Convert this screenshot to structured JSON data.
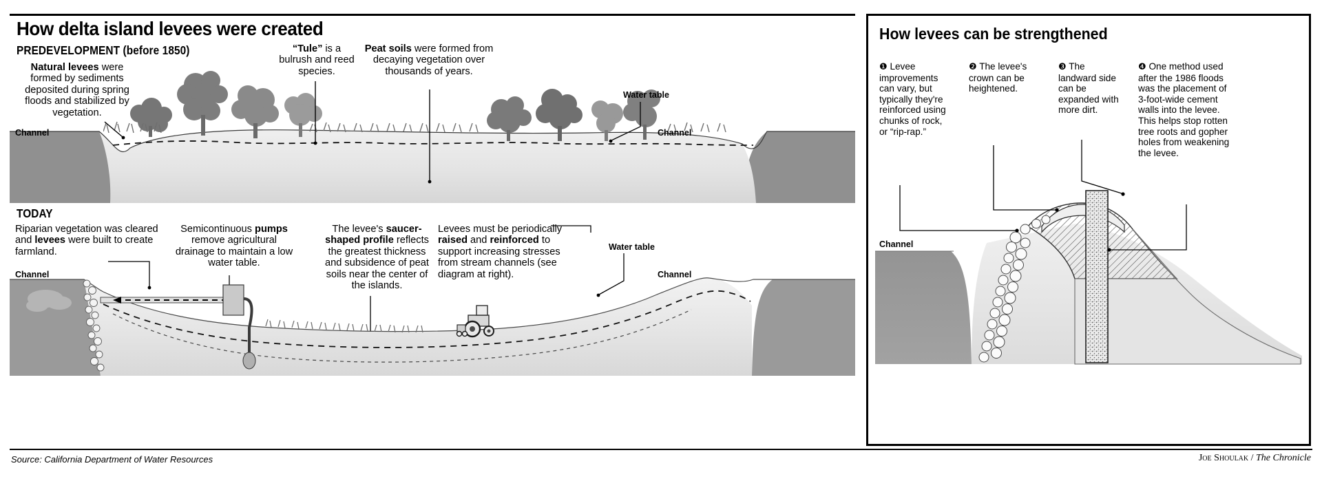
{
  "main_title": "How delta island levees were created",
  "sections": {
    "predevelopment": {
      "title": "PREDEVELOPMENT (before 1850)",
      "notes": {
        "natural_levees": {
          "bold": "Natural levees",
          "rest": " were formed by sediments deposited during spring floods and stabilized by vegetation."
        },
        "tule": {
          "bold": "“Tule”",
          "rest": " is a bulrush and reed species."
        },
        "peat": {
          "bold": "Peat soils",
          "rest": " were formed from decaying vegetation over thousands of years."
        }
      },
      "labels": {
        "channel_left": "Channel",
        "channel_right": "Channel",
        "water_table": "Water table"
      }
    },
    "today": {
      "title": "TODAY",
      "notes": {
        "riparian": {
          "pre": "Riparian vegetation was cleared and ",
          "bold": "levees",
          "post": " were built to create farmland."
        },
        "pumps": {
          "pre": "Semicontinuous ",
          "bold": "pumps",
          "post": " remove agricultural drainage to maintain a low water table."
        },
        "saucer": {
          "pre": "The levee's ",
          "bold": "saucer-shaped profile",
          "post": " reflects the greatest thickness and subsidence of peat soils near the center of the islands."
        },
        "raised": {
          "pre": "Levees must be periodically ",
          "bold1": "raised",
          "mid": " and ",
          "bold2": "reinforced",
          "post": " to support increasing stresses from stream channels (see diagram at right)."
        }
      },
      "labels": {
        "channel_left": "Channel",
        "channel_right": "Channel",
        "water_table": "Water table"
      }
    }
  },
  "right_panel": {
    "title": "How levees can be strengthened",
    "items": [
      {
        "marker": "❶",
        "text": "Levee improvements can vary, but typically they're reinforced using chunks of rock, or “rip-rap.”"
      },
      {
        "marker": "❷",
        "text": "The levee's crown can be heightened."
      },
      {
        "marker": "❸",
        "text": "The landward side can be expanded with more dirt."
      },
      {
        "marker": "❹",
        "text": "One method used after the 1986 floods was the placement of 3-foot-wide cement walls into the levee. This helps stop rotten tree roots and gopher holes from weakening the levee."
      }
    ],
    "labels": {
      "channel": "Channel"
    }
  },
  "footer": {
    "source": "Source: California Department of Water Resources",
    "credit_name": "Joe Shoulak",
    "credit_sep": " / ",
    "credit_pub": "The Chronicle"
  },
  "colors": {
    "ink": "#000000",
    "water": "#8c8c8c",
    "land_light": "#e8e8e8",
    "land_mid": "#d0d0d0",
    "land_dark": "#a8a8a8",
    "tree_dark": "#6e6e6e",
    "tree_light": "#b5b5b5"
  }
}
